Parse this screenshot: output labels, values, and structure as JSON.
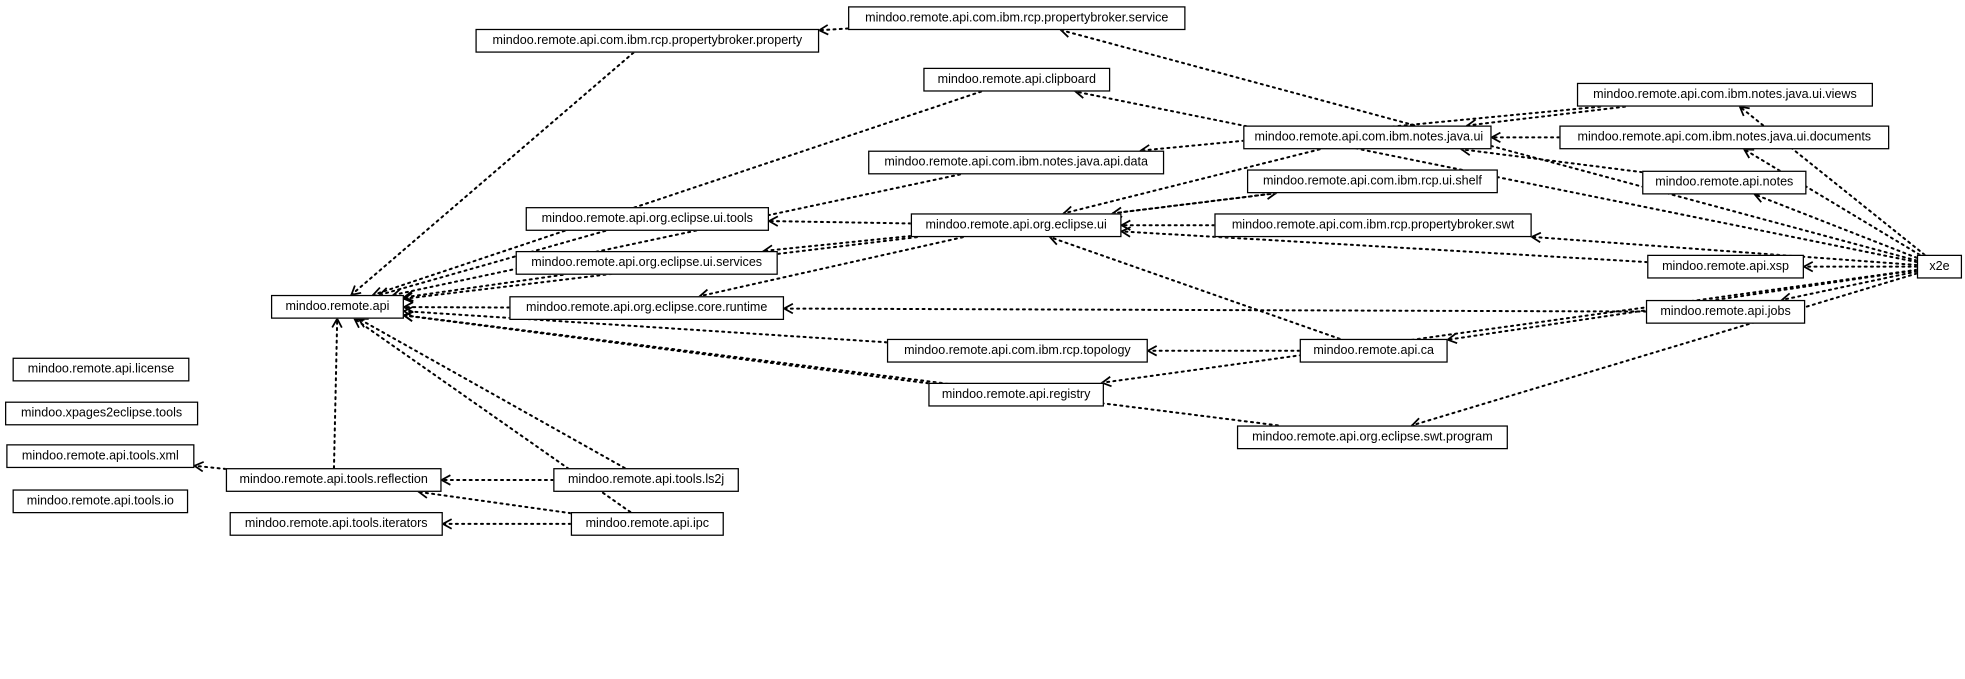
{
  "nodes": [
    {
      "id": "service",
      "label": "mindoo.remote.api.com.ibm.rcp.propertybroker.service"
    },
    {
      "id": "property",
      "label": "mindoo.remote.api.com.ibm.rcp.propertybroker.property"
    },
    {
      "id": "clipboard",
      "label": "mindoo.remote.api.clipboard"
    },
    {
      "id": "views",
      "label": "mindoo.remote.api.com.ibm.notes.java.ui.views"
    },
    {
      "id": "notes_ui",
      "label": "mindoo.remote.api.com.ibm.notes.java.ui"
    },
    {
      "id": "documents",
      "label": "mindoo.remote.api.com.ibm.notes.java.ui.documents"
    },
    {
      "id": "data",
      "label": "mindoo.remote.api.com.ibm.notes.java.api.data"
    },
    {
      "id": "notes",
      "label": "mindoo.remote.api.notes"
    },
    {
      "id": "shelf",
      "label": "mindoo.remote.api.com.ibm.rcp.ui.shelf"
    },
    {
      "id": "tools",
      "label": "mindoo.remote.api.org.eclipse.ui.tools"
    },
    {
      "id": "eclipse_ui",
      "label": "mindoo.remote.api.org.eclipse.ui"
    },
    {
      "id": "swt",
      "label": "mindoo.remote.api.com.ibm.rcp.propertybroker.swt"
    },
    {
      "id": "services",
      "label": "mindoo.remote.api.org.eclipse.ui.services"
    },
    {
      "id": "xsp",
      "label": "mindoo.remote.api.xsp"
    },
    {
      "id": "x2e",
      "label": "x2e"
    },
    {
      "id": "api",
      "label": "mindoo.remote.api"
    },
    {
      "id": "runtime",
      "label": "mindoo.remote.api.org.eclipse.core.runtime"
    },
    {
      "id": "jobs",
      "label": "mindoo.remote.api.jobs"
    },
    {
      "id": "license",
      "label": "mindoo.remote.api.license"
    },
    {
      "id": "topology",
      "label": "mindoo.remote.api.com.ibm.rcp.topology"
    },
    {
      "id": "ca",
      "label": "mindoo.remote.api.ca"
    },
    {
      "id": "xpages",
      "label": "mindoo.xpages2eclipse.tools"
    },
    {
      "id": "registry",
      "label": "mindoo.remote.api.registry"
    },
    {
      "id": "program",
      "label": "mindoo.remote.api.org.eclipse.swt.program"
    },
    {
      "id": "xml",
      "label": "mindoo.remote.api.tools.xml"
    },
    {
      "id": "reflection",
      "label": "mindoo.remote.api.tools.reflection"
    },
    {
      "id": "ls2j",
      "label": "mindoo.remote.api.tools.ls2j"
    },
    {
      "id": "io",
      "label": "mindoo.remote.api.tools.io"
    },
    {
      "id": "iterators",
      "label": "mindoo.remote.api.tools.iterators"
    },
    {
      "id": "ipc",
      "label": "mindoo.remote.api.ipc"
    }
  ],
  "edges": [
    [
      "service",
      "property"
    ],
    [
      "property",
      "api"
    ],
    [
      "clipboard",
      "api"
    ],
    [
      "data",
      "api"
    ],
    [
      "tools",
      "api"
    ],
    [
      "services",
      "api"
    ],
    [
      "runtime",
      "api"
    ],
    [
      "topology",
      "api"
    ],
    [
      "registry",
      "api"
    ],
    [
      "program",
      "api"
    ],
    [
      "reflection",
      "api"
    ],
    [
      "ls2j",
      "api"
    ],
    [
      "ipc",
      "api"
    ],
    [
      "eclipse_ui",
      "api"
    ],
    [
      "eclipse_ui",
      "tools"
    ],
    [
      "eclipse_ui",
      "services"
    ],
    [
      "eclipse_ui",
      "runtime"
    ],
    [
      "shelf",
      "eclipse_ui"
    ],
    [
      "swt",
      "eclipse_ui"
    ],
    [
      "xsp",
      "eclipse_ui"
    ],
    [
      "ca",
      "eclipse_ui"
    ],
    [
      "notes_ui",
      "eclipse_ui"
    ],
    [
      "eclipse_ui",
      "shelf"
    ],
    [
      "views",
      "notes_ui"
    ],
    [
      "documents",
      "notes_ui"
    ],
    [
      "notes",
      "notes_ui"
    ],
    [
      "views",
      "data"
    ],
    [
      "ca",
      "topology"
    ],
    [
      "jobs",
      "runtime"
    ],
    [
      "x2e",
      "service"
    ],
    [
      "x2e",
      "clipboard"
    ],
    [
      "x2e",
      "views"
    ],
    [
      "x2e",
      "documents"
    ],
    [
      "x2e",
      "notes"
    ],
    [
      "x2e",
      "swt"
    ],
    [
      "x2e",
      "xsp"
    ],
    [
      "x2e",
      "jobs"
    ],
    [
      "x2e",
      "ca"
    ],
    [
      "x2e",
      "registry"
    ],
    [
      "x2e",
      "program"
    ],
    [
      "reflection",
      "xml"
    ],
    [
      "ls2j",
      "reflection"
    ],
    [
      "ipc",
      "reflection"
    ],
    [
      "ipc",
      "iterators"
    ]
  ]
}
